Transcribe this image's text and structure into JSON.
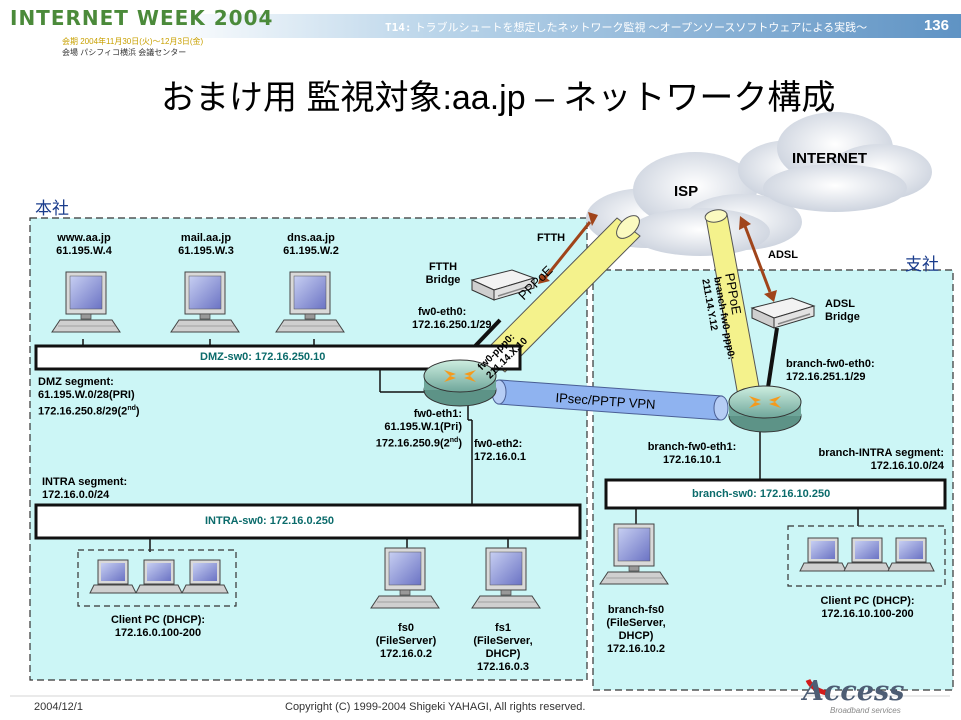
{
  "header": {
    "logo": "INTERNET WEEK 2004",
    "info_line1": "会期 2004年11月30日(火)～12月3日(金)",
    "info_line2": "会場 パシフィコ横浜 会議センター",
    "session_code": "T14:",
    "session_title": "トラブルシュートを想定したネットワーク監視 ～オープンソースソフトウェアによる実践～",
    "page_number": "136"
  },
  "title": "おまけ用 監視対象:aa.jp – ネットワーク構成",
  "clouds": {
    "isp": "ISP",
    "internet": "INTERNET"
  },
  "regions": {
    "hq": "本社",
    "branch": "支社"
  },
  "hq": {
    "www": [
      "www.aa.jp",
      "61.195.W.4"
    ],
    "mail": [
      "mail.aa.jp",
      "61.195.W.3"
    ],
    "dns": [
      "dns.aa.jp",
      "61.195.W.2"
    ],
    "ftth_label": "FTTH",
    "ftth_bridge": [
      "FTTH",
      "Bridge"
    ],
    "fw0_eth0": [
      "fw0-eth0:",
      "172.16.250.1/29"
    ],
    "dmz_sw": "DMZ-sw0: 172.16.250.10",
    "dmz_segment": [
      "DMZ segment:",
      "61.195.W.0/28(PRI)",
      "172.16.250.8/29(2",
      "nd",
      ")"
    ],
    "fw0_eth1": [
      "fw0-eth1:",
      "61.195.W.1(Pri)",
      "172.16.250.9(2",
      "nd",
      ")"
    ],
    "fw0_eth2": [
      "fw0-eth2:",
      "172.16.0.1"
    ],
    "intra_segment": [
      "INTRA segment:",
      "172.16.0.0/24"
    ],
    "intra_sw": "INTRA-sw0: 172.16.0.250",
    "client": [
      "Client PC (DHCP):",
      "172.16.0.100-200"
    ],
    "fs0": [
      "fs0",
      "(FileServer)",
      "172.16.0.2"
    ],
    "fs1": [
      "fs1",
      "(FileServer,",
      "DHCP)",
      "172.16.0.3"
    ]
  },
  "tunnels": {
    "pppoe1": "PPPoE",
    "fw0_ppp0": [
      "fw0-ppp0:",
      "211.14.X.10"
    ],
    "pppoe2": "PPPoE",
    "branch_ppp0": [
      "branch-fw0-ppp0:",
      "211.14.Y.12"
    ],
    "vpn": "IPsec/PPTP VPN"
  },
  "branch": {
    "adsl_label": "ADSL",
    "adsl_bridge": [
      "ADSL",
      "Bridge"
    ],
    "fw0_eth0": [
      "branch-fw0-eth0:",
      "172.16.251.1/29"
    ],
    "fw0_eth1": [
      "branch-fw0-eth1:",
      "172.16.10.1"
    ],
    "intra_segment": [
      "branch-INTRA segment:",
      "172.16.10.0/24"
    ],
    "sw": "branch-sw0: 172.16.10.250",
    "fs0": [
      "branch-fs0",
      "(FileServer,",
      "DHCP)",
      "172.16.10.2"
    ],
    "client": [
      "Client PC (DHCP):",
      "172.16.10.100-200"
    ]
  },
  "footer": {
    "date": "2004/12/1",
    "copyright": "Copyright (C) 1999-2004 Shigeki YAHAGI, All rights reserved.",
    "brand": "Access",
    "brand_tagline": "Broadband services"
  },
  "colors": {
    "zone_fill": "#ccf6f6",
    "switch_text": "#0b6b6b",
    "region_label": "#1a3c8c",
    "tunnel_yellow": "#f4f28c",
    "tunnel_blue": "#8fb3f0",
    "arrow": "#a0441a",
    "header_band": "#5f93c4"
  }
}
